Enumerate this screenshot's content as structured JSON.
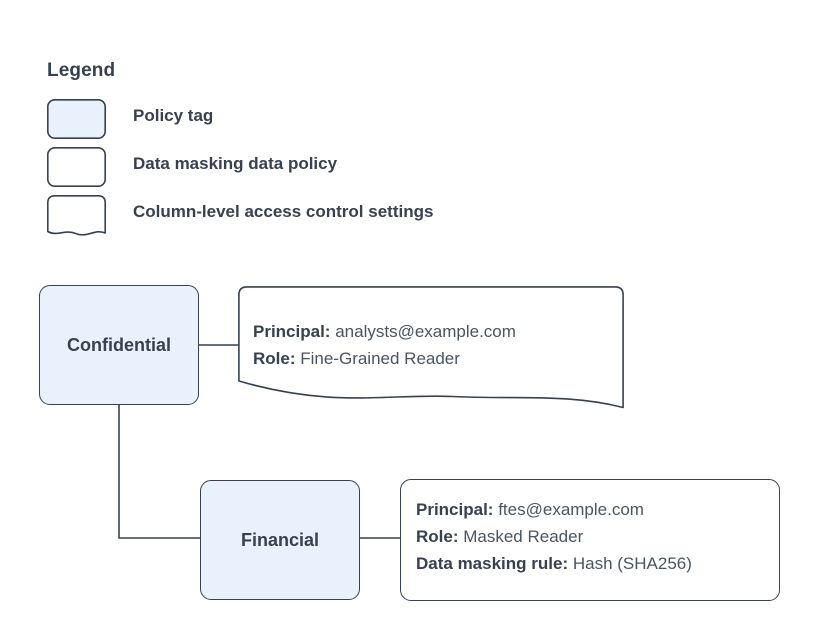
{
  "legend": {
    "title": "Legend",
    "items": [
      {
        "shape": "policy-tag-swatch",
        "label": "Policy tag"
      },
      {
        "shape": "data-masking-swatch",
        "label": "Data masking data policy"
      },
      {
        "shape": "column-access-swatch",
        "label": "Column-level access control settings"
      }
    ]
  },
  "diagram": {
    "nodes": [
      {
        "id": "confidential",
        "label": "Confidential"
      },
      {
        "id": "financial",
        "label": "Financial"
      }
    ],
    "callouts": [
      {
        "id": "confidential-access",
        "style": "column-level-access-control",
        "lines": [
          {
            "key": "Principal:",
            "value": "analysts@example.com"
          },
          {
            "key": "Role:",
            "value": "Fine-Grained Reader"
          }
        ]
      },
      {
        "id": "financial-policy",
        "style": "data-masking-data-policy",
        "lines": [
          {
            "key": "Principal:",
            "value": "ftes@example.com"
          },
          {
            "key": "Role:",
            "value": "Masked Reader"
          },
          {
            "key": "Data masking rule:",
            "value": "Hash (SHA256)"
          }
        ]
      }
    ]
  },
  "colors": {
    "node_fill": "#e9f1fc",
    "stroke": "#37414f",
    "text": "#37414f",
    "value_text": "#4a5561",
    "background": "#ffffff"
  }
}
